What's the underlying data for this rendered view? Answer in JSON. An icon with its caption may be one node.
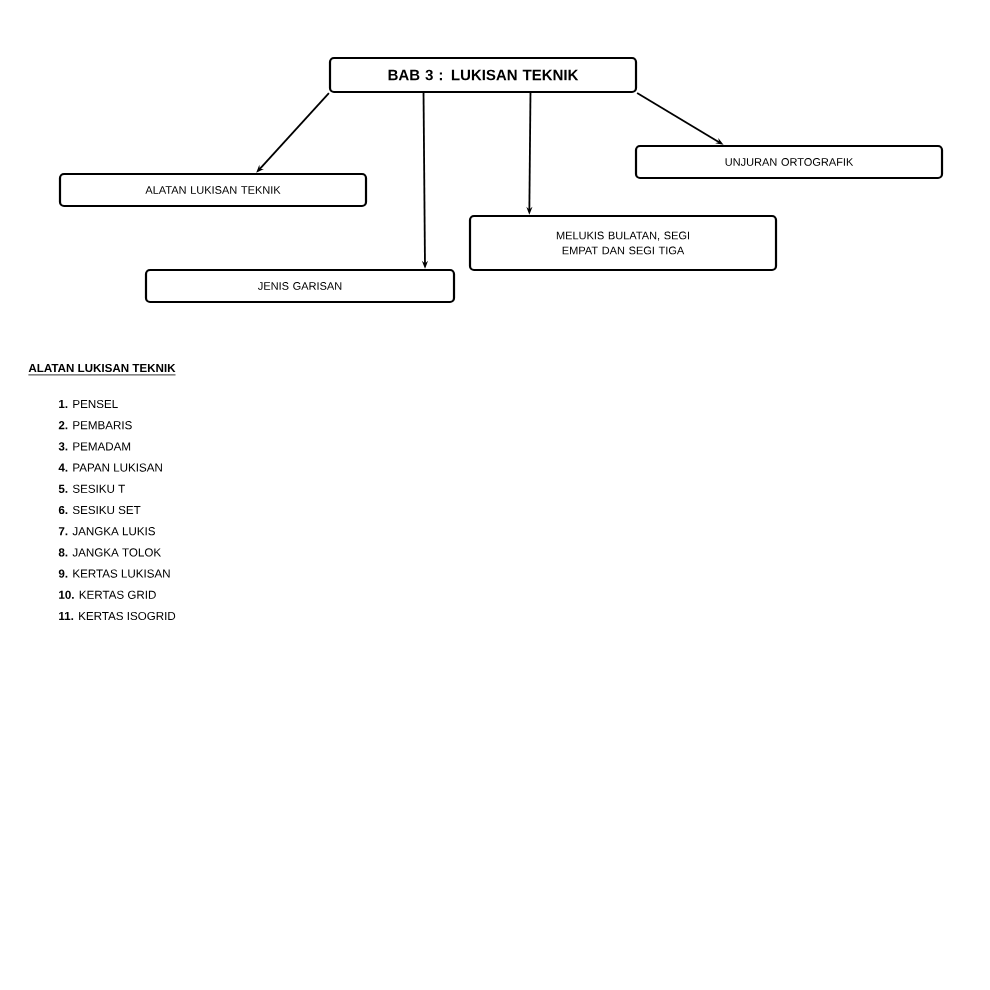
{
  "diagram": {
    "nodes": [
      {
        "text": [
          "BAB 3 : LUKISAN TEKNIK"
        ]
      },
      {
        "text": [
          "ALATAN LUKISAN TEKNIK"
        ]
      },
      {
        "text": [
          "JENIS GARISAN"
        ]
      },
      {
        "text": [
          "MELUKIS BULATAN, SEGI EMPAT DAN SEGI TIGA"
        ]
      },
      {
        "text": [
          "UNJURAN ORTOGRAFIK"
        ]
      }
    ],
    "edges": [
      {
        "from": 0,
        "to": 1,
        "arrow": "to"
      },
      {
        "from": 0,
        "to": 2,
        "arrow": "to"
      },
      {
        "from": 0,
        "to": 3,
        "arrow": "to"
      },
      {
        "from": 0,
        "to": 4,
        "arrow": "to"
      }
    ],
    "labels": [
      "ALATAN LUKISAN TEKNIK",
      "**1.** PENSEL",
      "**2.** PEMBARIS",
      "**3.** PEMADAM",
      "**4.** PAPAN LUKISAN",
      "**5.** SESIKU T",
      "**6.** SESIKU SET",
      "**7.** JANGKA LUKIS",
      "**8.** JANGKA TOLOK",
      "**9.** KERTAS LUKISAN",
      "**10.** KERTAS GRID",
      "**11.** KERTAS ISOGRID"
    ]
  }
}
